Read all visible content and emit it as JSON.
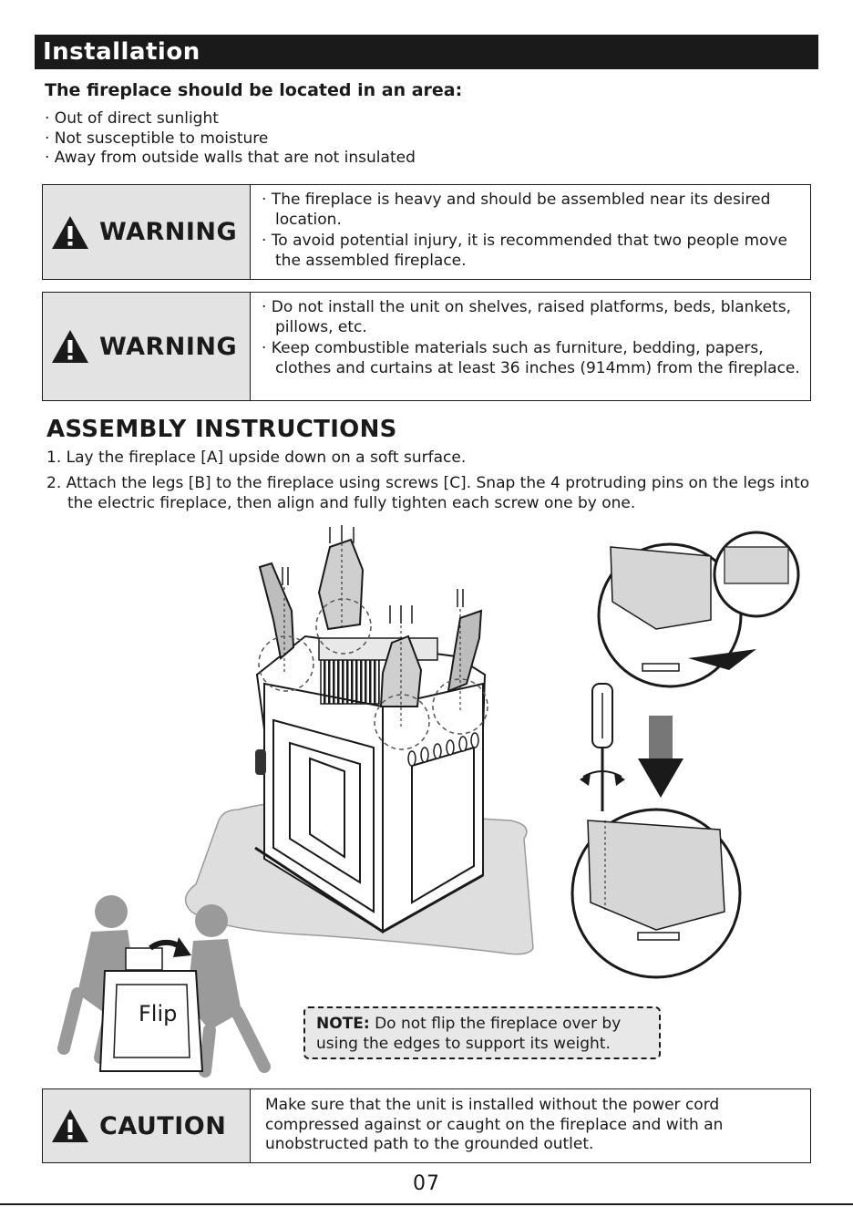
{
  "header": {
    "title": "Installation"
  },
  "location": {
    "heading": "The fireplace should be located in an area:",
    "items": [
      "· Out of direct sunlight",
      "· Not susceptible to moisture",
      "· Away from outside walls that are not insulated"
    ]
  },
  "warning1": {
    "label": "WARNING",
    "items": [
      "· The fireplace is heavy and should be assembled near its desired location.",
      "· To avoid potential injury, it is recommended that two people move the assembled fireplace."
    ]
  },
  "warning2": {
    "label": "WARNING",
    "items": [
      "· Do not install the unit on shelves, raised platforms, beds, blankets, pillows, etc.",
      "· Keep combustible materials such as furniture, bedding, papers, clothes and curtains at least 36 inches (914mm) from the fireplace."
    ]
  },
  "assembly": {
    "title": "ASSEMBLY INSTRUCTIONS",
    "steps": [
      "1. Lay the fireplace [A] upside down on a soft surface.",
      "2. Attach the legs [B] to the fireplace using screws [C]. Snap the 4 protruding pins on the legs into the electric fireplace, then align and fully tighten each screw one by one."
    ]
  },
  "figure": {
    "flip_label": "Flip"
  },
  "note": {
    "label": "NOTE:",
    "text": " Do not flip the fireplace over by using the edges to support its weight."
  },
  "caution": {
    "label": "CAUTION",
    "text": "Make sure that the unit is installed without the power cord compressed against or caught on the fireplace and with an unobstructed path to the grounded outlet."
  },
  "page_number": "07",
  "colors": {
    "bar": "#1a1a1a",
    "label_bg": "#e3e3e3",
    "note_bg": "#e8e8e8"
  }
}
